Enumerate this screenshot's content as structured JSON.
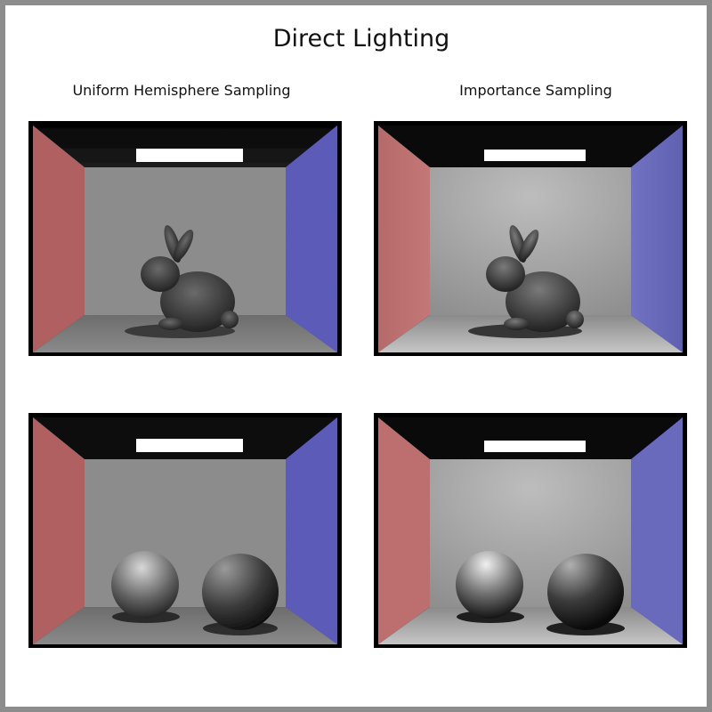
{
  "title": "Direct Lighting",
  "columns": {
    "left": "Uniform Hemisphere Sampling",
    "right": "Importance Sampling"
  },
  "rows": [
    "bunny",
    "spheres"
  ],
  "colors": {
    "frame_border": "#8d8d8d",
    "left_wall": "#c06a6a",
    "right_wall": "#6a6ac4",
    "back_wall": "#a8a8a8",
    "light": "#ffffff"
  }
}
